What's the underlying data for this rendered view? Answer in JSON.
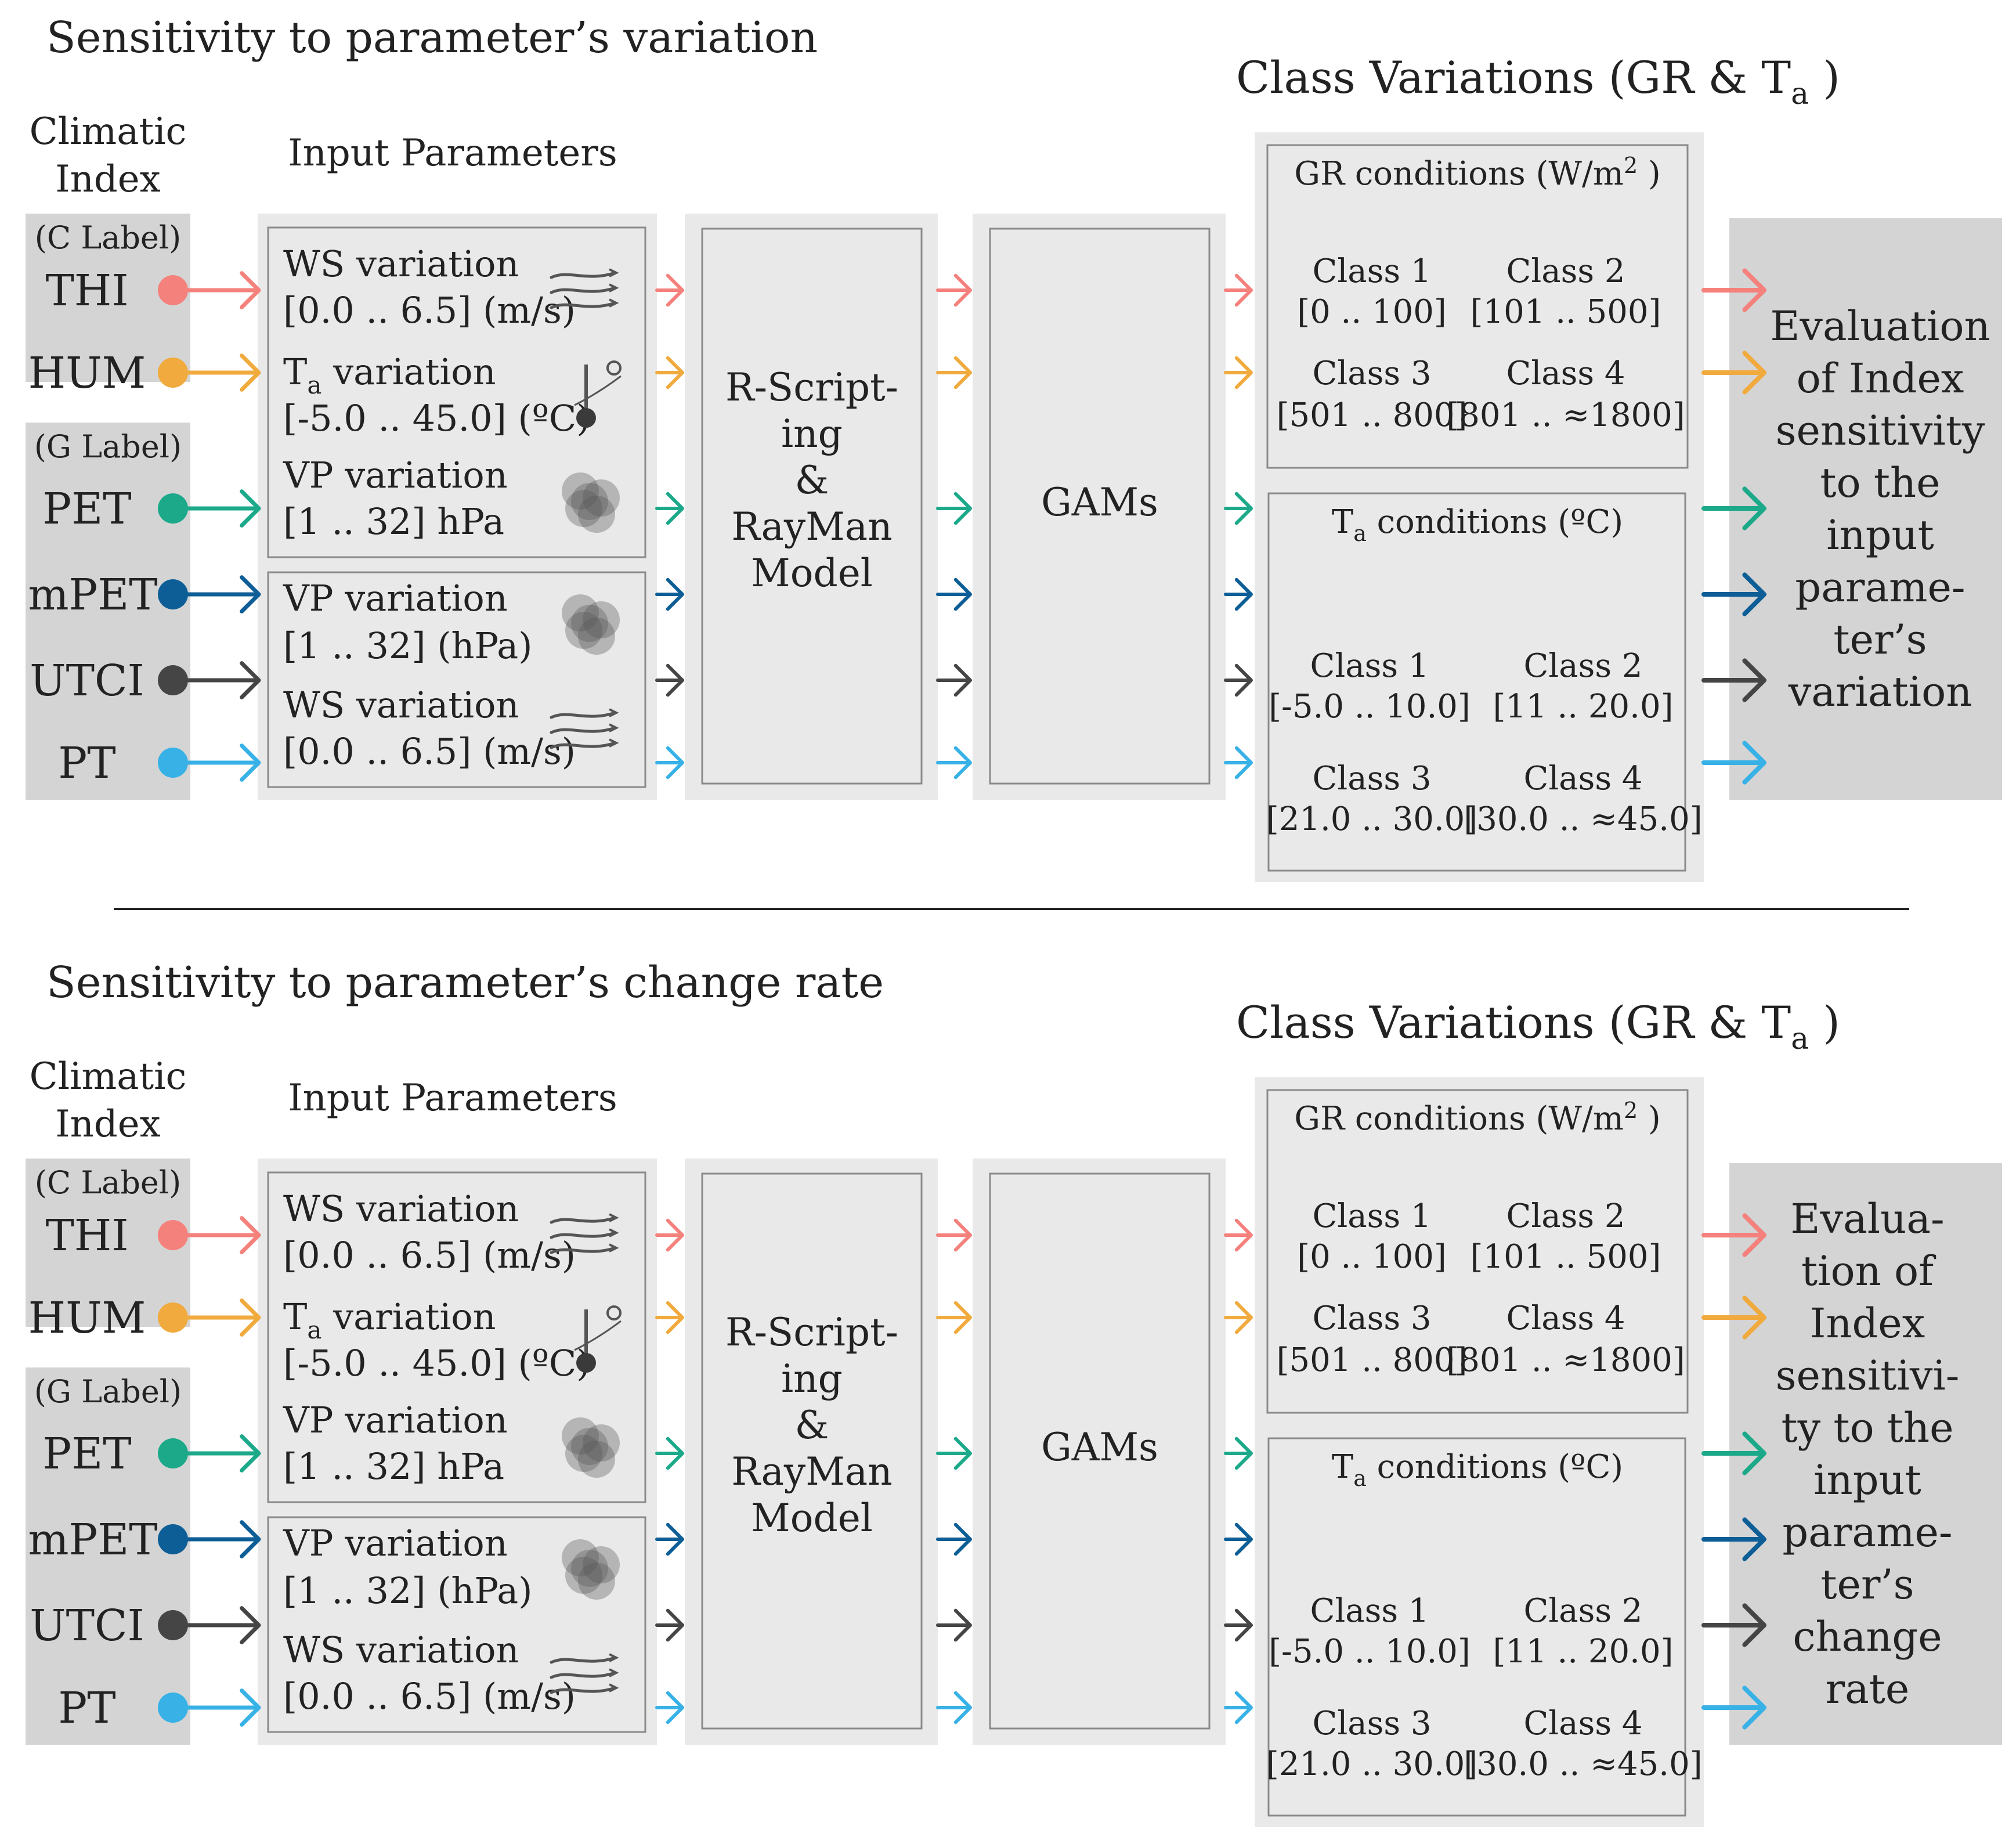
{
  "colors": {
    "THI": "#f4817c",
    "HUM": "#f0aa3d",
    "PET": "#1ba98a",
    "mPET": "#0d5e96",
    "UTCI": "#454545",
    "PT": "#37b1e6",
    "panel": "#e9e9e9",
    "panel_dark": "#d4d4d4",
    "box_stroke": "#8a8a8a",
    "icon_gray": "#555555"
  },
  "common": {
    "climatic_index_line1": "Climatic",
    "climatic_index_line2": "Index",
    "input_parameters": "Input Parameters",
    "c_label": "(C Label)",
    "g_label": "(G Label)",
    "indices": [
      "THI",
      "HUM",
      "PET",
      "mPET",
      "UTCI",
      "PT"
    ],
    "class_variations_pre": "Class Variations (GR & T",
    "class_variations_sub": "a",
    "class_variations_post": " )",
    "params": {
      "ws_title": "WS variation",
      "ws_range": "[0.0 .. 6.5] (m/s)",
      "ta_title_pre": "T",
      "ta_title_sub": "a",
      "ta_title_post": " variation",
      "ta_range": "[-5.0 .. 45.0] (ºC)",
      "vp_title": "VP variation",
      "vp_range_a": "[1 .. 32] hPa",
      "vp_range_b": "[1 .. 32] (hPa)"
    },
    "rscript_lines": [
      "R-Script-",
      "ing",
      "&",
      "RayMan",
      "Model"
    ],
    "gams": "GAMs",
    "gr": {
      "title_pre": "GR conditions (W/m",
      "title_sup": "2",
      "title_post": " )",
      "classes": [
        {
          "name": "Class 1",
          "range": "[0 .. 100]"
        },
        {
          "name": "Class 2",
          "range": "[101 .. 500]"
        },
        {
          "name": "Class 3",
          "range": "[501 .. 800]"
        },
        {
          "name": "Class 4",
          "range": "[801 .. ≈1800]"
        }
      ]
    },
    "ta": {
      "title_pre": "T",
      "title_sub": "a",
      "title_post": " conditions (ºC)",
      "classes": [
        {
          "name": "Class 1",
          "range": "[-5.0 .. 10.0]"
        },
        {
          "name": "Class 2",
          "range": "[11 .. 20.0]"
        },
        {
          "name": "Class 3",
          "range": "[21.0 .. 30.0]"
        },
        {
          "name": "Class 4",
          "range": "[30.0 .. ≈45.0]"
        }
      ]
    }
  },
  "section_top": {
    "title": "Sensitivity to parameter’s variation",
    "evaluation_lines": [
      "Evaluation",
      "of Index",
      "sensitivity",
      "to the",
      "input",
      "parame-",
      "ter’s",
      "variation"
    ]
  },
  "section_bottom": {
    "title": "Sensitivity to parameter’s change rate",
    "evaluation_lines": [
      "Evalua-",
      "tion of",
      "Index",
      "sensitivi-",
      "ty to the",
      "input",
      "parame-",
      "ter’s",
      "change",
      "rate"
    ]
  }
}
